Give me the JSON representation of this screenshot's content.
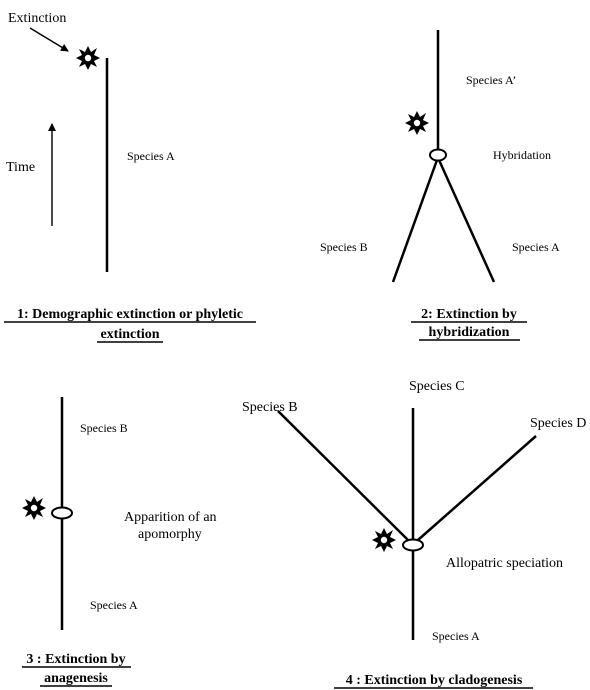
{
  "panel1": {
    "extinction_label": "Extinction",
    "time_label": "Time",
    "species_label": "Species A",
    "caption_line1": "1: Demographic extinction or phyletic",
    "caption_line2": "extinction"
  },
  "panel2": {
    "species_top": "Species A’",
    "event_label": "Hybridation",
    "species_left": "Species B",
    "species_right": "Species A",
    "caption_line1": "2: Extinction by",
    "caption_line2": "hybridization"
  },
  "panel3": {
    "species_top": "Species B",
    "event_label_line1": "Apparition of an",
    "event_label_line2": "apomorphy",
    "species_bottom": "Species A",
    "caption_line1": "3 : Extinction by",
    "caption_line2": "anagenesis"
  },
  "panel4": {
    "species_left": "Species B",
    "species_center": "Species C",
    "species_right": "Species D",
    "event_label": "Allopatric speciation",
    "species_bottom": "Species A",
    "caption_line1": "4 : Extinction by cladogenesis"
  },
  "icons": {
    "extinction": "starburst-icon",
    "event_node": "ellipse-node"
  }
}
